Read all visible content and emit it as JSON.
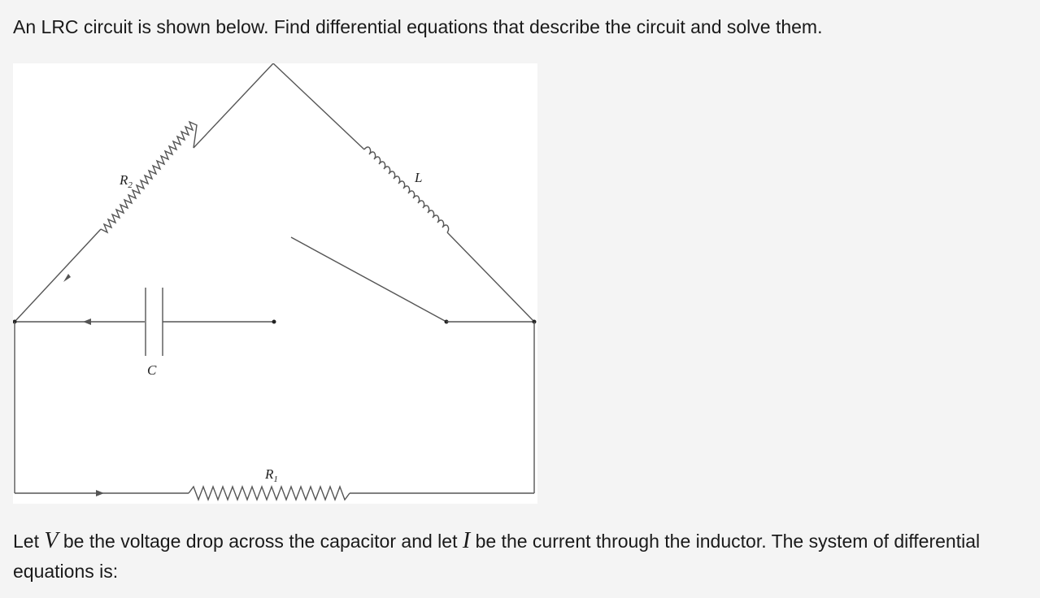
{
  "question": {
    "text": "An LRC circuit is shown below. Find differential equations that describe the circuit and solve them."
  },
  "diagram": {
    "labels": {
      "R2": {
        "base": "R",
        "sub": "2"
      },
      "L": {
        "base": "L"
      },
      "C": {
        "base": "C"
      },
      "R1": {
        "base": "R",
        "sub": "1"
      }
    }
  },
  "statement": {
    "part1": "Let ",
    "var_v": "V",
    "part2": " be the voltage drop across the capacitor and let ",
    "var_i": "I",
    "part3": " be the current through the inductor. The system of differential equations is:"
  }
}
